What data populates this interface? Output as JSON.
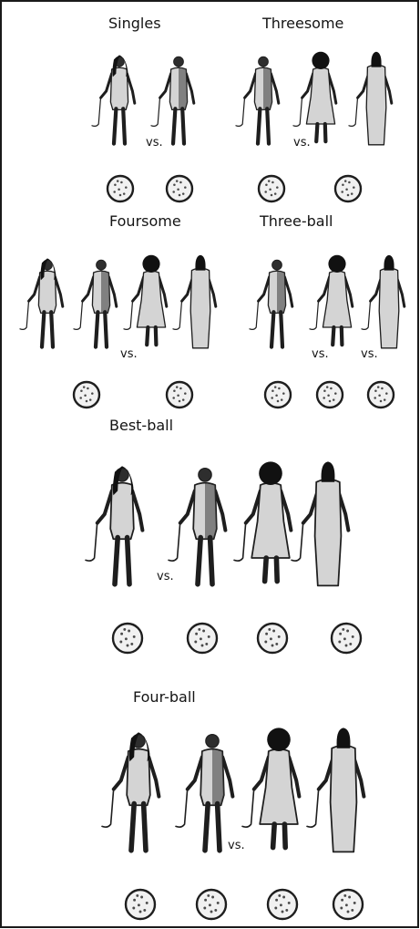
{
  "sections": [
    {
      "title": "Singles",
      "players": [
        "long-hair",
        "plain"
      ],
      "vs_after": [
        0
      ],
      "balls": 2
    },
    {
      "title": "Threesome",
      "players": [
        "plain",
        "afro-dress",
        "hooded"
      ],
      "vs_after": [
        0
      ],
      "balls": 2
    },
    {
      "title": "Foursome",
      "players": [
        "long-hair",
        "plain",
        "afro-dress",
        "hooded"
      ],
      "vs_after": [
        1
      ],
      "balls": 2
    },
    {
      "title": "Three-ball",
      "players": [
        "plain",
        "afro-dress",
        "hooded"
      ],
      "vs_after": [
        0,
        1
      ],
      "balls": 3
    },
    {
      "title": "Best-ball",
      "players": [
        "long-hair",
        "plain",
        "afro-dress",
        "hooded"
      ],
      "vs_after": [
        0
      ],
      "balls": 4
    },
    {
      "title": "Four-ball",
      "players": [
        "long-hair",
        "plain",
        "afro-dress",
        "hooded"
      ],
      "vs_after": [
        1
      ],
      "balls": 4
    }
  ],
  "vs_label": "vs."
}
